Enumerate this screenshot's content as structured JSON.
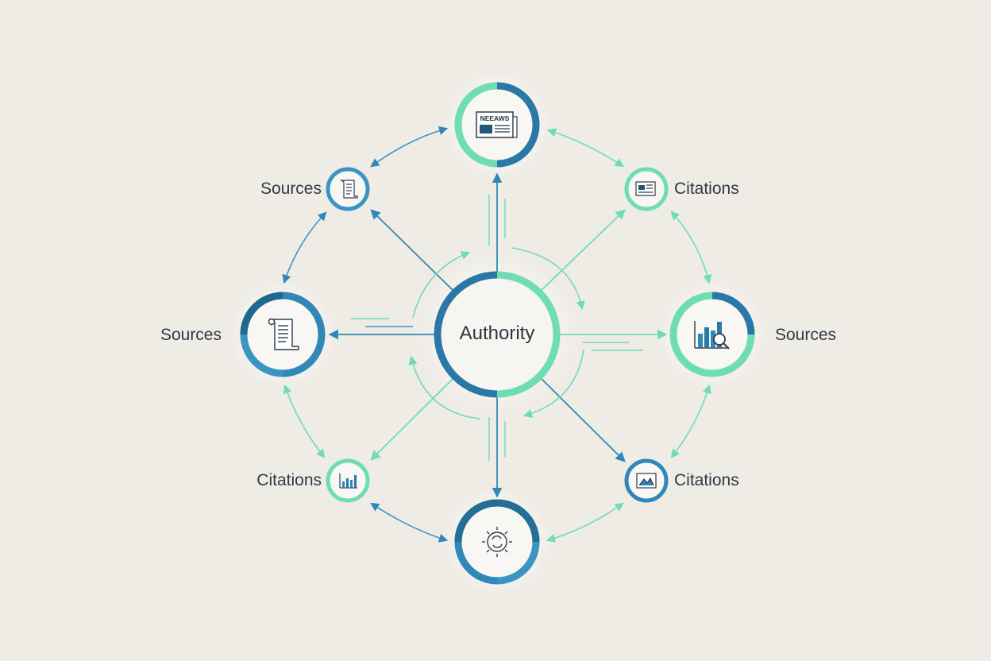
{
  "center": {
    "label": "Authority"
  },
  "nodes": {
    "top": {
      "icon": "newspaper-icon",
      "icon_text": "NEEAWS"
    },
    "upper_left": {
      "label": "Sources",
      "icon": "scroll-document-icon"
    },
    "upper_right": {
      "label": "Citations",
      "icon": "newspaper-icon"
    },
    "left": {
      "label": "Sources",
      "icon": "scroll-document-icon"
    },
    "right": {
      "label": "Sources",
      "icon": "chart-magnifier-icon"
    },
    "lower_left": {
      "label": "Citations",
      "icon": "bar-chart-icon"
    },
    "lower_right": {
      "label": "Citations",
      "icon": "image-frame-icon"
    },
    "bottom": {
      "icon": "gear-refresh-icon"
    }
  },
  "colors": {
    "background": "#efece6",
    "dark_blue": "#2a78a6",
    "mid_blue": "#3b95c2",
    "teal": "#6fdcb4",
    "text": "#2f3a44"
  }
}
